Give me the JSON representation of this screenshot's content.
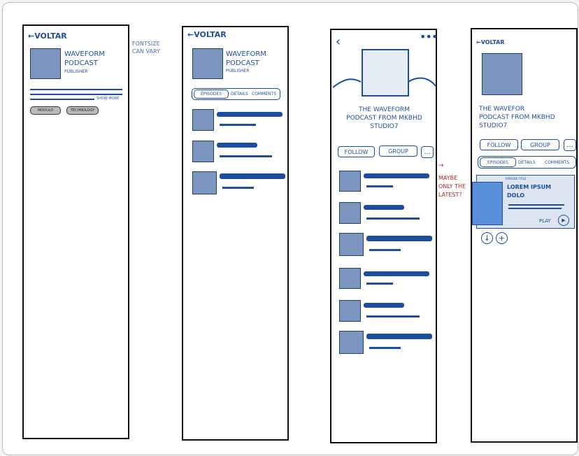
{
  "colors": {
    "ink": "#1d4e9e",
    "annotation_red": "#b3261e",
    "placeholder_fill": "#7d96bf",
    "card_fill": "#dde5f1",
    "highlight_fill": "#5a8fdb"
  },
  "annotations": {
    "font_size": "Fontsize\ncan vary",
    "maybe": "Maybe\nonly the\nlatest?"
  },
  "frame1": {
    "back_label": "Voltar",
    "title": "Waveform\nPodcast",
    "publisher": "Publisher",
    "show_more": "Show more",
    "tags": [
      "Modulo",
      "Technology"
    ]
  },
  "frame2": {
    "back_label": "Voltar",
    "title": "Waveform\nPodcast",
    "publisher": "Publisher",
    "tabs": [
      "Episodes",
      "Details",
      "Comments"
    ]
  },
  "frame3": {
    "back_icon": "chevron-left-icon",
    "menu_icon": "more-dots-icon",
    "title": "The Waveform\nPodcast from MKBHD\nStudio7",
    "follow": "Follow",
    "group": "Group",
    "more": "..."
  },
  "frame4": {
    "back_label": "Voltar",
    "title": "The Wavefor\nPodcast from MKBHD\nStudio7",
    "follow": "Follow",
    "group": "Group",
    "more": "...",
    "tabs": [
      "Episodes",
      "Details",
      "Comments"
    ],
    "card_small": "Episode title",
    "card_title": "Lorem ipsum\ndolo",
    "play": "Play",
    "download_icon": "download-icon",
    "add_icon": "plus-icon"
  }
}
